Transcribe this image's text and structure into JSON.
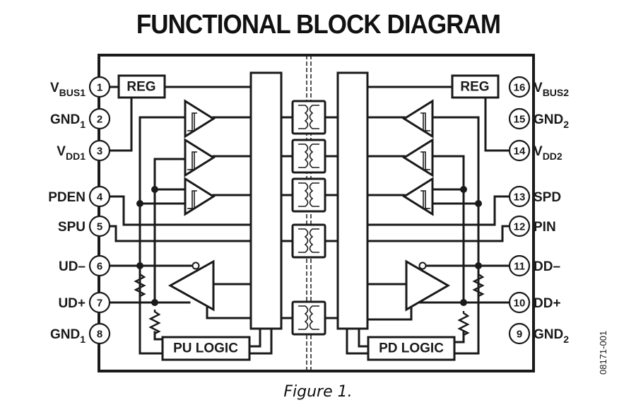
{
  "title": "FUNCTIONAL BLOCK DIAGRAM",
  "caption": "Figure 1.",
  "figure_id": "08171-001",
  "pins_left": [
    {
      "num": "1",
      "main": "V",
      "sub": "BUS1",
      "subtype": "sub"
    },
    {
      "num": "2",
      "main": "GND",
      "sub": "1",
      "subtype": "sub"
    },
    {
      "num": "3",
      "main": "V",
      "sub": "DD1",
      "subtype": "sub"
    },
    {
      "num": "4",
      "main": "PDEN",
      "sub": "",
      "subtype": ""
    },
    {
      "num": "5",
      "main": "SPU",
      "sub": "",
      "subtype": ""
    },
    {
      "num": "6",
      "main": "UD–",
      "sub": "",
      "subtype": ""
    },
    {
      "num": "7",
      "main": "UD+",
      "sub": "",
      "subtype": ""
    },
    {
      "num": "8",
      "main": "GND",
      "sub": "1",
      "subtype": "sub"
    }
  ],
  "pins_right": [
    {
      "num": "16",
      "main": "V",
      "sub": "BUS2",
      "subtype": "sub"
    },
    {
      "num": "15",
      "main": "GND",
      "sub": "2",
      "subtype": "sub"
    },
    {
      "num": "14",
      "main": "V",
      "sub": "DD2",
      "subtype": "sub"
    },
    {
      "num": "13",
      "main": "SPD",
      "sub": "",
      "subtype": ""
    },
    {
      "num": "12",
      "main": "PIN",
      "sub": "",
      "subtype": ""
    },
    {
      "num": "11",
      "main": "DD–",
      "sub": "",
      "subtype": ""
    },
    {
      "num": "10",
      "main": "DD+",
      "sub": "",
      "subtype": ""
    },
    {
      "num": "9",
      "main": "GND",
      "sub": "2",
      "subtype": "sub"
    }
  ],
  "blocks": {
    "reg_left": "REG",
    "reg_right": "REG",
    "pu_logic": "PU LOGIC",
    "pd_logic": "PD LOGIC"
  }
}
